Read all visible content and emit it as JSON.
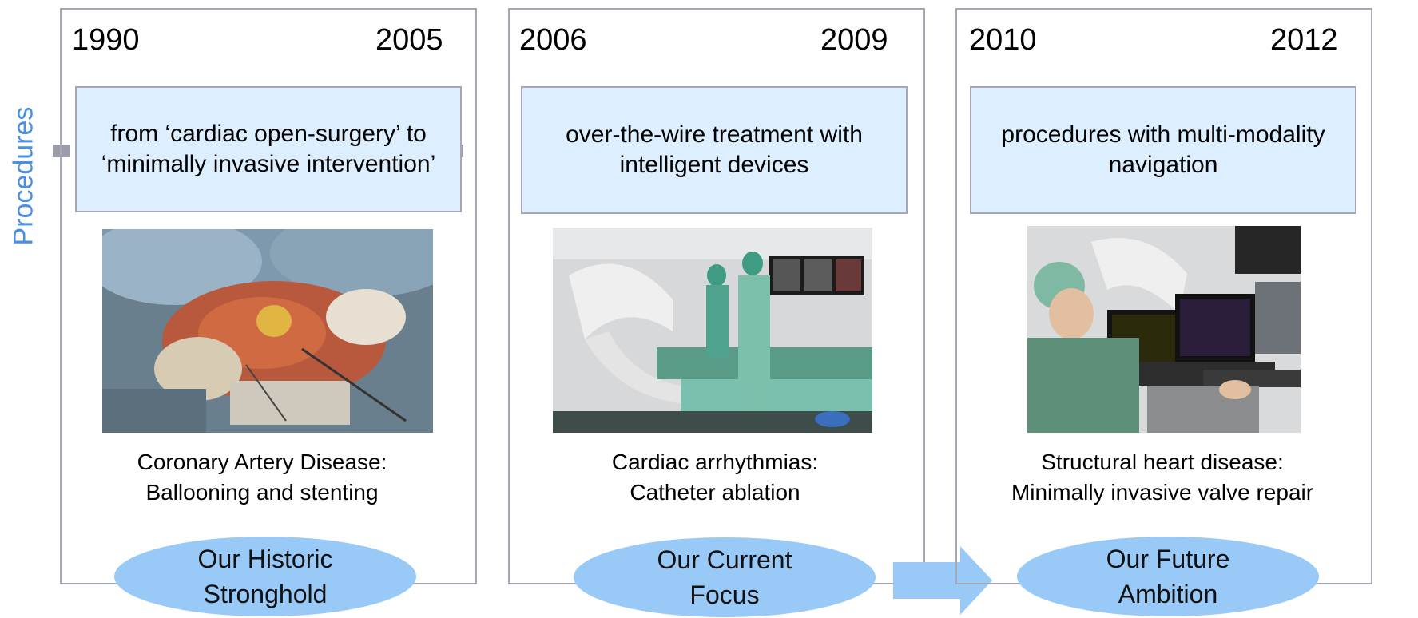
{
  "side_label": "Procedures",
  "colors": {
    "timeline": "#9a9caa",
    "box_fill": "#ddeeff",
    "ellipse_fill": "#99c9f7",
    "arrow_fill": "#99c9f7",
    "side_label": "#4a8fe0",
    "panel_border": "#a6a8b6"
  },
  "stages": [
    {
      "start_year": "1990",
      "end_year": "2005",
      "description": "from ‘cardiac open-surgery’ to ‘minimally invasive intervention’",
      "photo_icon": "open-heart-surgery-photo",
      "caption": "Coronary Artery Disease:\nBallooning and stenting",
      "status": "Our Historic\nStronghold"
    },
    {
      "start_year": "2006",
      "end_year": "2009",
      "description": "over-the-wire treatment with intelligent devices",
      "photo_icon": "cath-lab-photo",
      "caption": "Cardiac arrhythmias:\nCatheter ablation",
      "status": "Our Current\nFocus"
    },
    {
      "start_year": "2010",
      "end_year": "2012",
      "description": "procedures with multi-modality navigation",
      "photo_icon": "navigation-workstation-photo",
      "caption": "Structural heart disease:\nMinimally invasive valve repair",
      "status": "Our Future\nAmbition"
    }
  ]
}
